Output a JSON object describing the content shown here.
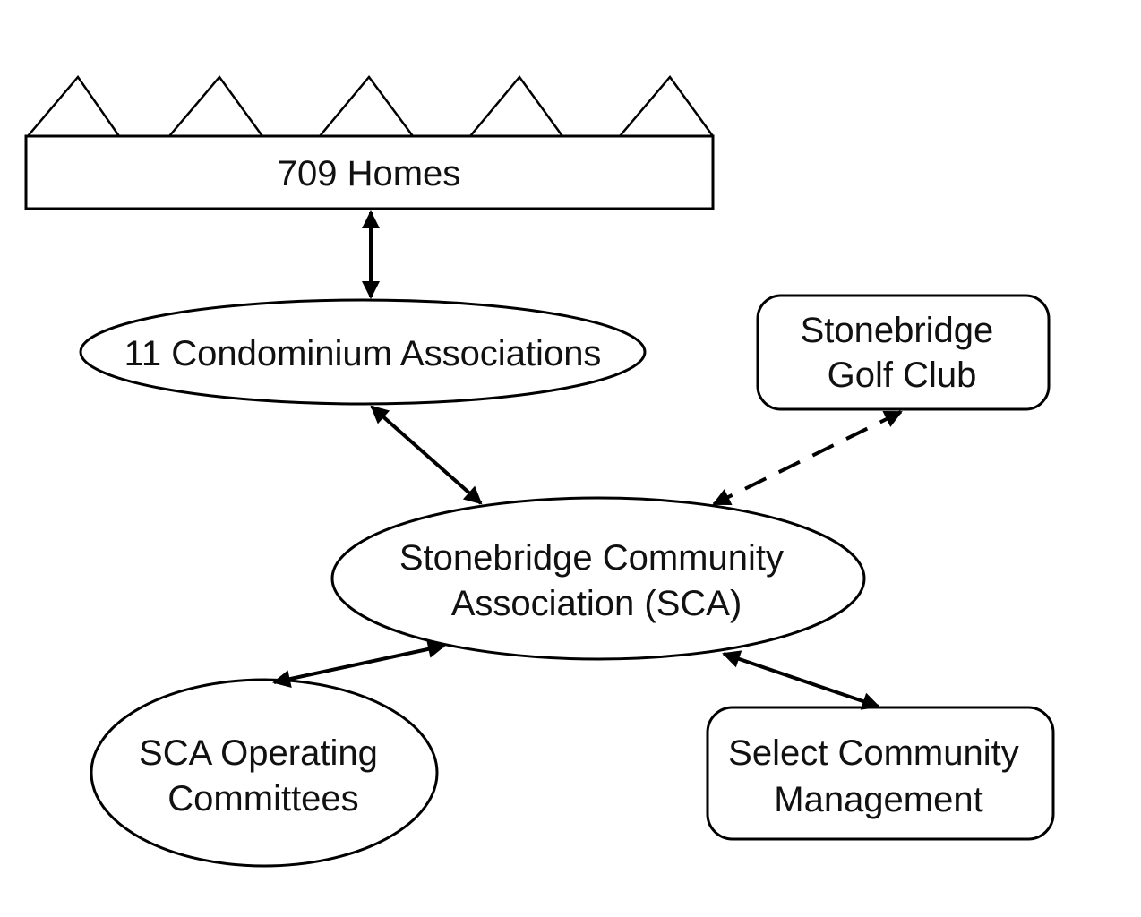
{
  "nodes": {
    "homes": {
      "lines": [
        "709 Homes"
      ]
    },
    "condos": {
      "lines": [
        "11 Condominium Associations"
      ]
    },
    "golf": {
      "lines": [
        "Stonebridge",
        "Golf Club"
      ]
    },
    "sca": {
      "lines": [
        "Stonebridge Community",
        "Association  (SCA)"
      ]
    },
    "committees": {
      "lines": [
        "SCA Operating",
        "Committees"
      ]
    },
    "management": {
      "lines": [
        "Select Community",
        "Management"
      ]
    }
  },
  "edges": [
    {
      "from": "homes",
      "to": "condos",
      "style": "solid",
      "arrows": "both"
    },
    {
      "from": "condos",
      "to": "sca",
      "style": "solid",
      "arrows": "both"
    },
    {
      "from": "golf",
      "to": "sca",
      "style": "dashed",
      "arrows": "both"
    },
    {
      "from": "sca",
      "to": "committees",
      "style": "solid",
      "arrows": "both"
    },
    {
      "from": "sca",
      "to": "management",
      "style": "solid",
      "arrows": "both"
    }
  ]
}
